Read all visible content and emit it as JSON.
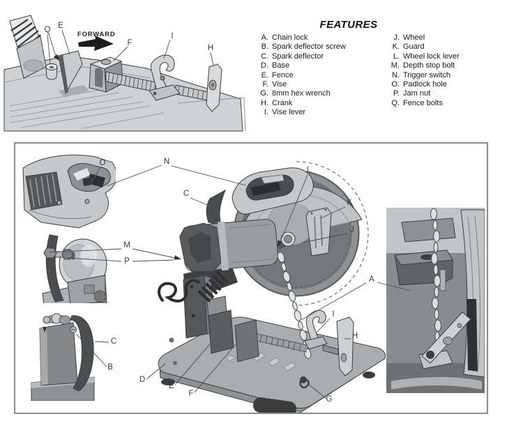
{
  "features": {
    "title": "FEATURES",
    "column1": [
      {
        "letter": "A.",
        "label": "Chain lock"
      },
      {
        "letter": "B.",
        "label": "Spark deflector screw"
      },
      {
        "letter": "C.",
        "label": "Spark deflector"
      },
      {
        "letter": "D.",
        "label": "Base"
      },
      {
        "letter": "E.",
        "label": "Fence"
      },
      {
        "letter": "F.",
        "label": "Vise"
      },
      {
        "letter": "G.",
        "label": "8mm hex wrench"
      },
      {
        "letter": "H.",
        "label": "Crank"
      },
      {
        "letter": "I.",
        "label": "Vise lever"
      }
    ],
    "column2": [
      {
        "letter": "J.",
        "label": "Wheel"
      },
      {
        "letter": "K.",
        "label": "Guard"
      },
      {
        "letter": "L.",
        "label": "Wheel lock lever"
      },
      {
        "letter": "M.",
        "label": "Depth stop bolt"
      },
      {
        "letter": "N.",
        "label": "Trigger switch"
      },
      {
        "letter": "O.",
        "label": "Padlock hole"
      },
      {
        "letter": "P.",
        "label": "Jam nut"
      },
      {
        "letter": "Q.",
        "label": "Fence bolts"
      }
    ]
  },
  "vise_diagram": {
    "direction_label": "FORWARD",
    "callouts": {
      "q": "Q",
      "e": "E",
      "f": "F",
      "i": "I",
      "h": "H"
    }
  },
  "main_diagram": {
    "callouts": {
      "o": "O",
      "n": "N",
      "c_top": "C",
      "m": "M",
      "p": "P",
      "l": "L",
      "k": "K",
      "j": "J",
      "a": "A",
      "c_inset": "C",
      "b": "B",
      "d": "D",
      "e": "E",
      "f": "F",
      "g": "G",
      "i": "I",
      "h": "H"
    }
  },
  "colors": {
    "frame_border": "#8a8d90",
    "body_text": "#1a1a1a"
  }
}
